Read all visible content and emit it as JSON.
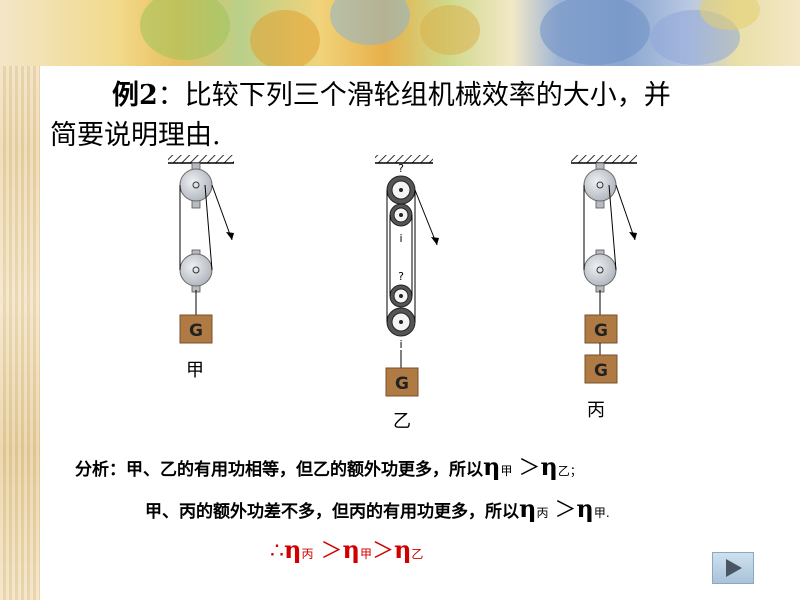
{
  "title": {
    "prefix": "例2",
    "text_line1": "：比较下列三个滑轮组机械效率的大小，并",
    "text_line2": "简要说明理由."
  },
  "figures": {
    "jia": {
      "caption": "甲",
      "weight_label": "G"
    },
    "yi": {
      "caption": "乙",
      "weight_label": "G"
    },
    "bing": {
      "caption": "丙",
      "weight_labels": [
        "G",
        "G"
      ]
    }
  },
  "analysis": {
    "line1_text": "分析：甲、乙的有用功相等，但乙的额外功更多，所以",
    "line1_eta1_sub": "甲",
    "line1_eta2_sub": "乙",
    "line1_end": "；",
    "line2_text": "甲、丙的额外功差不多，但丙的有用功更多，所以",
    "line2_eta1_sub": "丙",
    "line2_eta2_sub": "甲",
    "line2_end": ".",
    "symbol_eta": "η",
    "symbol_gt": "＞"
  },
  "conclusion": {
    "therefore": "∴",
    "eta": "η",
    "sub1": "丙",
    "gt1": "＞",
    "sub2": "甲",
    "gt2": "＞",
    "sub3": "乙"
  },
  "nav": {
    "next_icon": "play-triangle-icon"
  },
  "colors": {
    "accent_red": "#d00000",
    "weight_box": "#b07a45",
    "pulley": "#c8ccd2"
  }
}
